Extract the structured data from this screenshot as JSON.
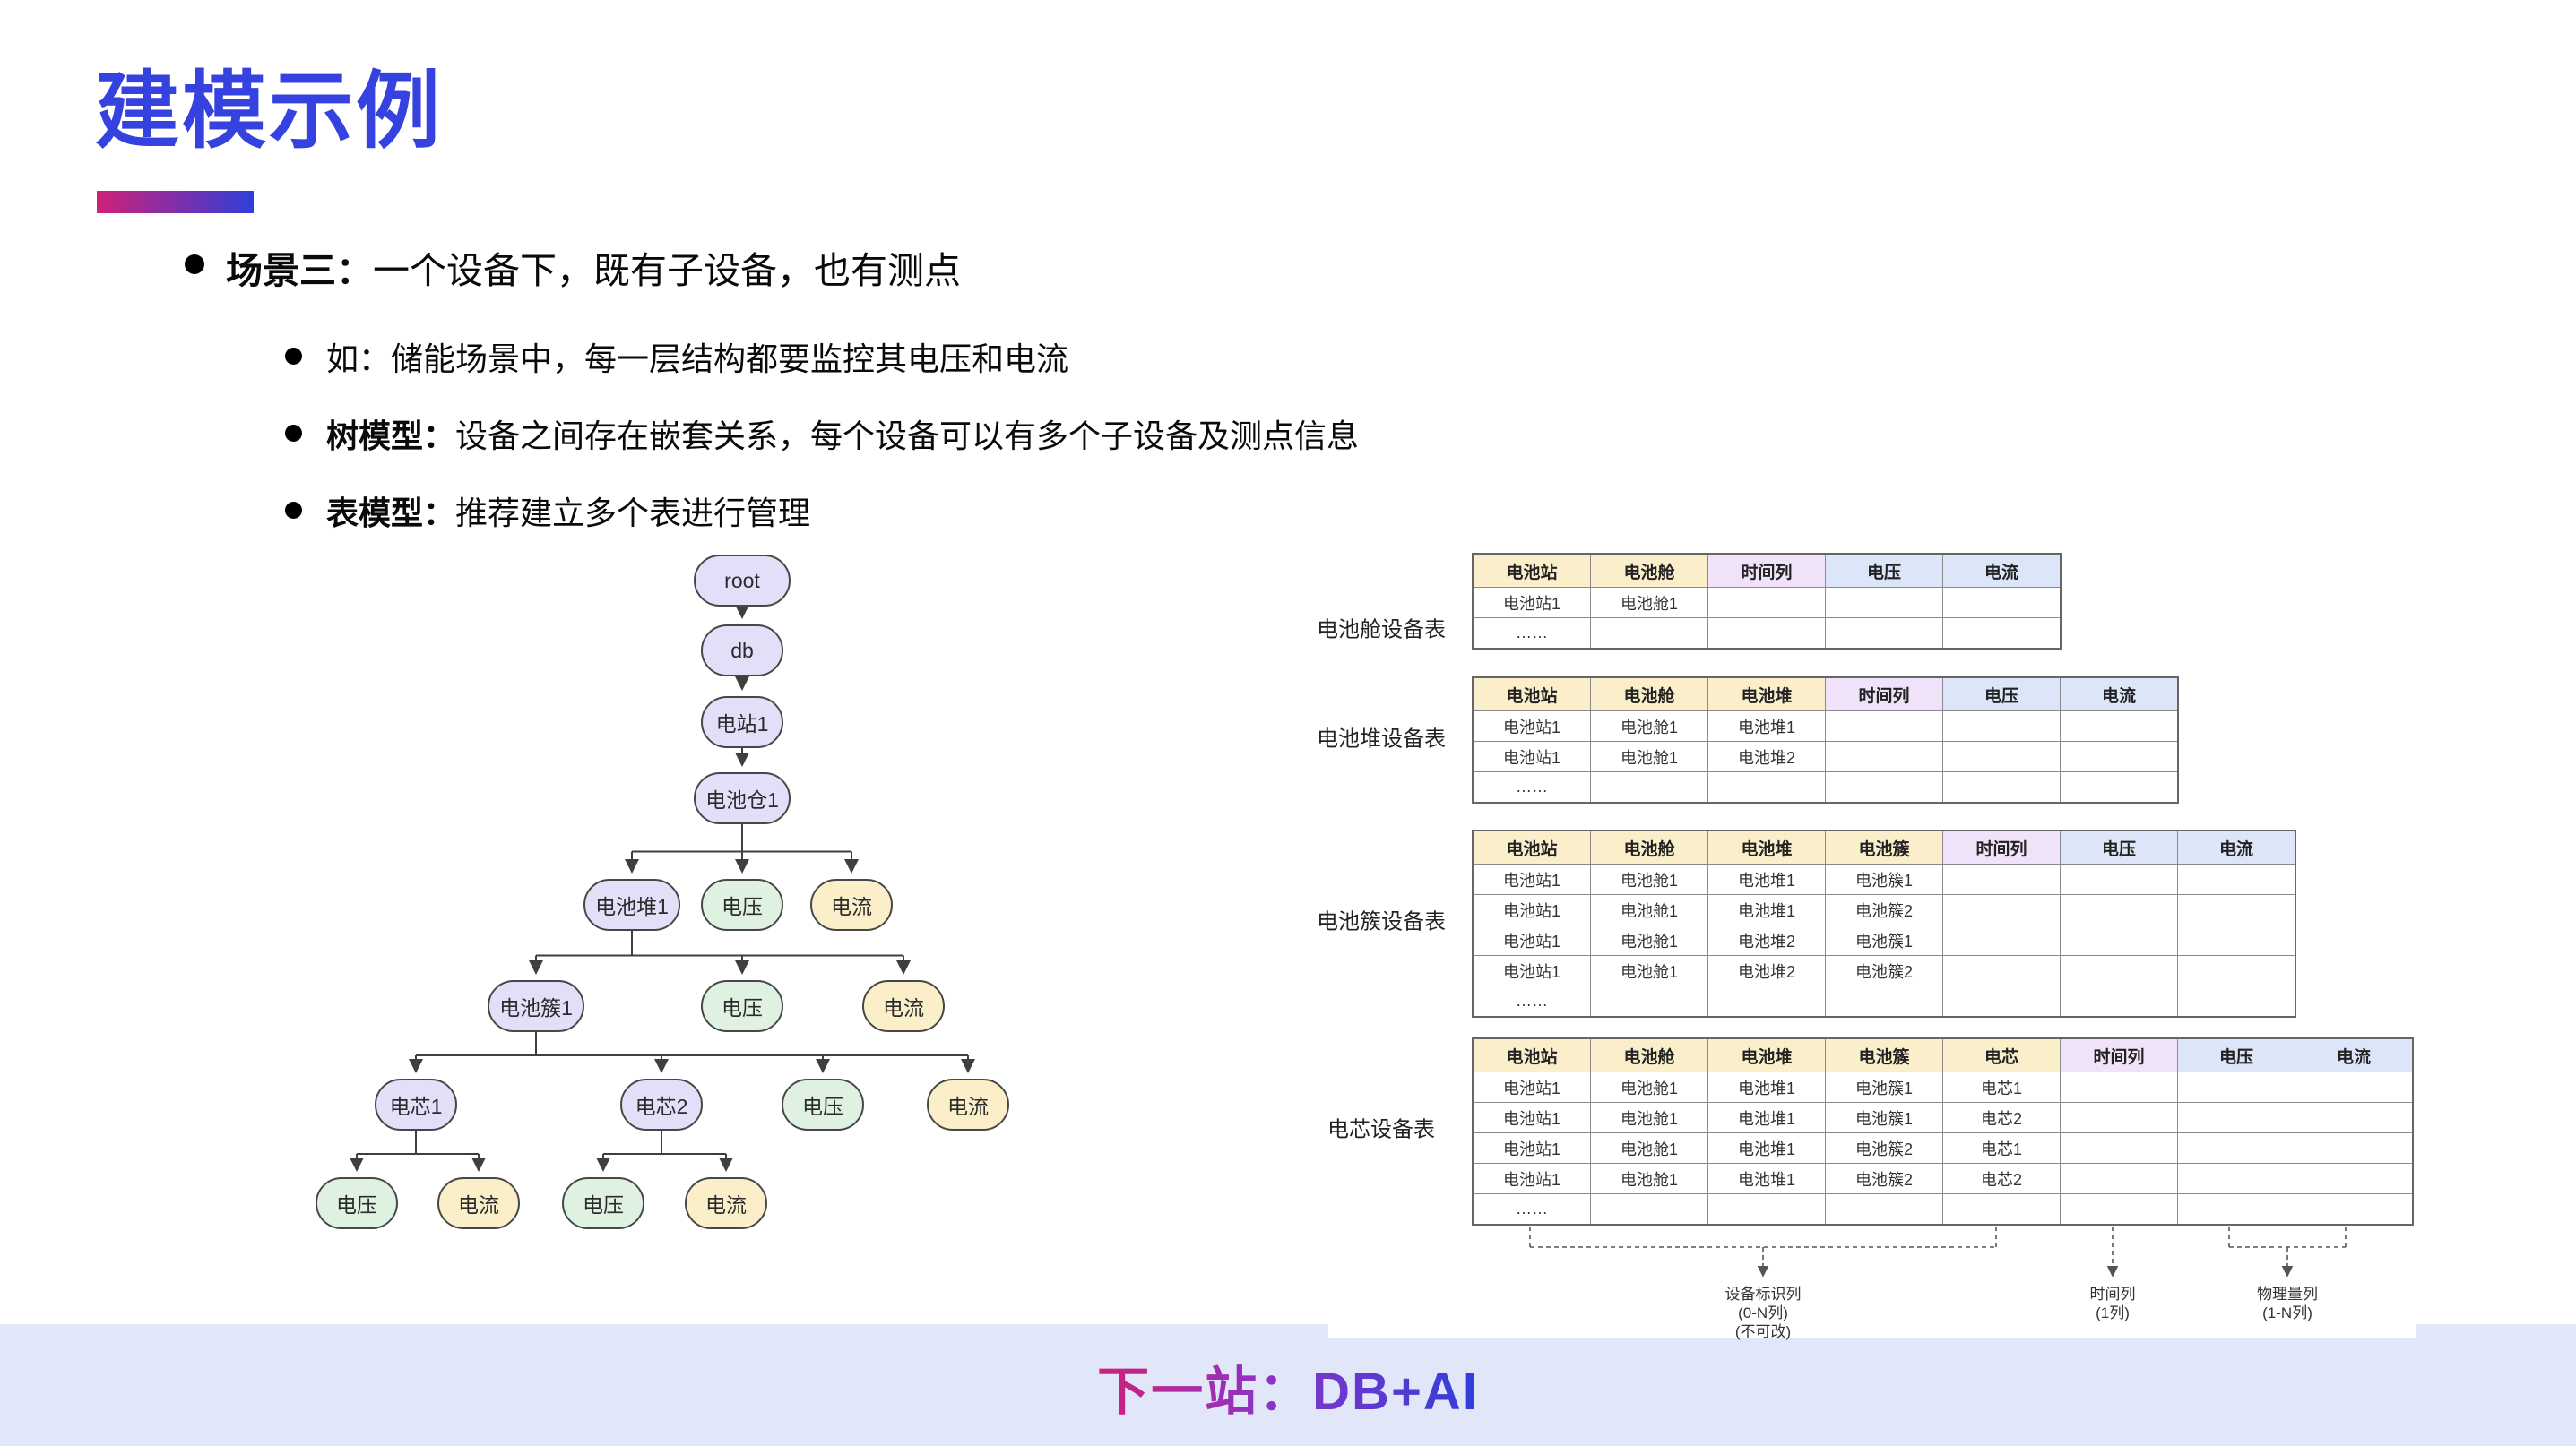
{
  "title": "建模示例",
  "bullets": {
    "main": {
      "bold": "场景三：",
      "rest": "一个设备下，既有子设备，也有测点"
    },
    "sub": [
      {
        "bold": "",
        "rest": "如：储能场景中，每一层结构都要监控其电压和电流"
      },
      {
        "bold": "树模型：",
        "rest": "设备之间存在嵌套关系，每个设备可以有多个子设备及测点信息"
      },
      {
        "bold": "表模型：",
        "rest": "推荐建立多个表进行管理"
      }
    ]
  },
  "tree": {
    "nodes": [
      {
        "id": "root",
        "label": "root",
        "kind": "device"
      },
      {
        "id": "db",
        "label": "db",
        "kind": "device"
      },
      {
        "id": "station1",
        "label": "电站1",
        "kind": "device"
      },
      {
        "id": "cabin1",
        "label": "电池仓1",
        "kind": "device"
      },
      {
        "id": "stack1",
        "label": "电池堆1",
        "kind": "device"
      },
      {
        "id": "cabin1-v",
        "label": "电压",
        "kind": "voltage"
      },
      {
        "id": "cabin1-c",
        "label": "电流",
        "kind": "current"
      },
      {
        "id": "cluster1",
        "label": "电池簇1",
        "kind": "device"
      },
      {
        "id": "stack1-v",
        "label": "电压",
        "kind": "voltage"
      },
      {
        "id": "stack1-c",
        "label": "电流",
        "kind": "current"
      },
      {
        "id": "cell1",
        "label": "电芯1",
        "kind": "device"
      },
      {
        "id": "cell2",
        "label": "电芯2",
        "kind": "device"
      },
      {
        "id": "cluster1-v",
        "label": "电压",
        "kind": "voltage"
      },
      {
        "id": "cluster1-c",
        "label": "电流",
        "kind": "current"
      },
      {
        "id": "cell1-v",
        "label": "电压",
        "kind": "voltage"
      },
      {
        "id": "cell1-c",
        "label": "电流",
        "kind": "current"
      },
      {
        "id": "cell2-v",
        "label": "电压",
        "kind": "voltage"
      },
      {
        "id": "cell2-c",
        "label": "电流",
        "kind": "current"
      }
    ],
    "edges": [
      [
        "root",
        "db"
      ],
      [
        "db",
        "station1"
      ],
      [
        "station1",
        "cabin1"
      ],
      [
        "cabin1",
        "stack1"
      ],
      [
        "cabin1",
        "cabin1-v"
      ],
      [
        "cabin1",
        "cabin1-c"
      ],
      [
        "stack1",
        "cluster1"
      ],
      [
        "stack1",
        "stack1-v"
      ],
      [
        "stack1",
        "stack1-c"
      ],
      [
        "cluster1",
        "cell1"
      ],
      [
        "cluster1",
        "cell2"
      ],
      [
        "cluster1",
        "cluster1-v"
      ],
      [
        "cluster1",
        "cluster1-c"
      ],
      [
        "cell1",
        "cell1-v"
      ],
      [
        "cell1",
        "cell1-c"
      ],
      [
        "cell2",
        "cell2-v"
      ],
      [
        "cell2",
        "cell2-c"
      ]
    ]
  },
  "tables": [
    {
      "label": "电池舱设备表",
      "headers": [
        {
          "text": "电池站",
          "type": "device"
        },
        {
          "text": "电池舱",
          "type": "device"
        },
        {
          "text": "时间列",
          "type": "time"
        },
        {
          "text": "电压",
          "type": "metric"
        },
        {
          "text": "电流",
          "type": "metric"
        }
      ],
      "rows": [
        [
          "电池站1",
          "电池舱1",
          "",
          "",
          ""
        ],
        [
          "……",
          "",
          "",
          "",
          ""
        ]
      ]
    },
    {
      "label": "电池堆设备表",
      "headers": [
        {
          "text": "电池站",
          "type": "device"
        },
        {
          "text": "电池舱",
          "type": "device"
        },
        {
          "text": "电池堆",
          "type": "device"
        },
        {
          "text": "时间列",
          "type": "time"
        },
        {
          "text": "电压",
          "type": "metric"
        },
        {
          "text": "电流",
          "type": "metric"
        }
      ],
      "rows": [
        [
          "电池站1",
          "电池舱1",
          "电池堆1",
          "",
          "",
          ""
        ],
        [
          "电池站1",
          "电池舱1",
          "电池堆2",
          "",
          "",
          ""
        ],
        [
          "……",
          "",
          "",
          "",
          "",
          ""
        ]
      ]
    },
    {
      "label": "电池簇设备表",
      "headers": [
        {
          "text": "电池站",
          "type": "device"
        },
        {
          "text": "电池舱",
          "type": "device"
        },
        {
          "text": "电池堆",
          "type": "device"
        },
        {
          "text": "电池簇",
          "type": "device"
        },
        {
          "text": "时间列",
          "type": "time"
        },
        {
          "text": "电压",
          "type": "metric"
        },
        {
          "text": "电流",
          "type": "metric"
        }
      ],
      "rows": [
        [
          "电池站1",
          "电池舱1",
          "电池堆1",
          "电池簇1",
          "",
          "",
          ""
        ],
        [
          "电池站1",
          "电池舱1",
          "电池堆1",
          "电池簇2",
          "",
          "",
          ""
        ],
        [
          "电池站1",
          "电池舱1",
          "电池堆2",
          "电池簇1",
          "",
          "",
          ""
        ],
        [
          "电池站1",
          "电池舱1",
          "电池堆2",
          "电池簇2",
          "",
          "",
          ""
        ],
        [
          "……",
          "",
          "",
          "",
          "",
          "",
          ""
        ]
      ]
    },
    {
      "label": "电芯设备表",
      "headers": [
        {
          "text": "电池站",
          "type": "device"
        },
        {
          "text": "电池舱",
          "type": "device"
        },
        {
          "text": "电池堆",
          "type": "device"
        },
        {
          "text": "电池簇",
          "type": "device"
        },
        {
          "text": "电芯",
          "type": "device"
        },
        {
          "text": "时间列",
          "type": "time"
        },
        {
          "text": "电压",
          "type": "metric"
        },
        {
          "text": "电流",
          "type": "metric"
        }
      ],
      "rows": [
        [
          "电池站1",
          "电池舱1",
          "电池堆1",
          "电池簇1",
          "电芯1",
          "",
          "",
          ""
        ],
        [
          "电池站1",
          "电池舱1",
          "电池堆1",
          "电池簇1",
          "电芯2",
          "",
          "",
          ""
        ],
        [
          "电池站1",
          "电池舱1",
          "电池堆1",
          "电池簇2",
          "电芯1",
          "",
          "",
          ""
        ],
        [
          "电池站1",
          "电池舱1",
          "电池堆1",
          "电池簇2",
          "电芯2",
          "",
          "",
          ""
        ],
        [
          "……",
          "",
          "",
          "",
          "",
          "",
          "",
          ""
        ]
      ]
    }
  ],
  "annotations": [
    {
      "lines": [
        "设备标识列",
        "(0-N列)",
        "(不可改)"
      ]
    },
    {
      "lines": [
        "时间列",
        "(1列)"
      ]
    },
    {
      "lines": [
        "物理量列",
        "(1-N列)"
      ]
    }
  ],
  "footer": {
    "text": "下一站：DB+AI"
  },
  "colors": {
    "title_blue": "#3542DF",
    "grad_from": "#D02078",
    "grad_mid": "#8A34C9",
    "grad_to": "#2F3FD9",
    "node_device": "#E5DEF8",
    "node_voltage": "#DFF2E2",
    "node_current": "#FBEFC9",
    "hdr_device": "#FAEECB",
    "hdr_time": "#F0E2F8",
    "hdr_metric": "#DCE6F8",
    "footer_bg": "#E2E6F9"
  }
}
